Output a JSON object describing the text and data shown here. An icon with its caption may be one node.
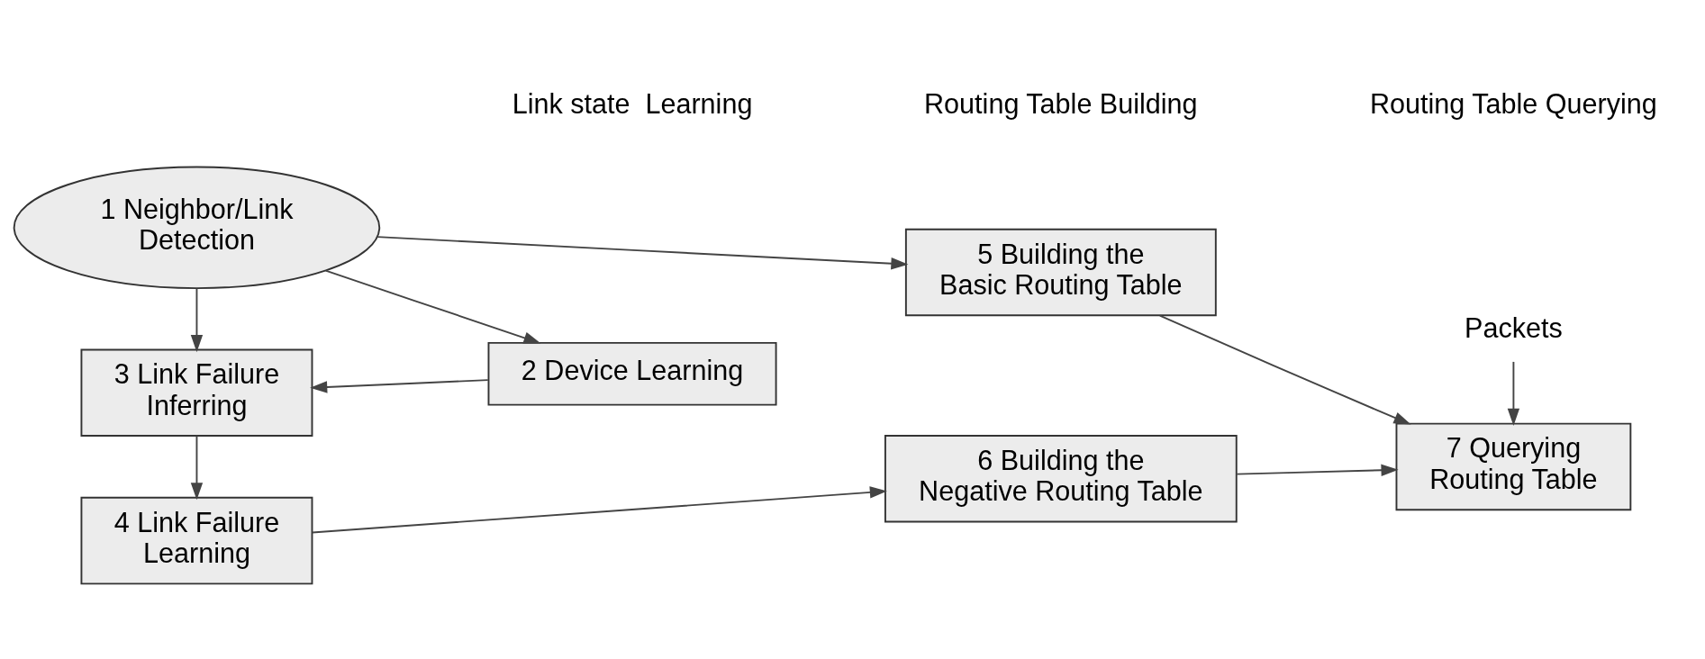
{
  "diagram": {
    "nodes": [
      {
        "text": [
          "1 Neighbor/Link Detection"
        ]
      },
      {
        "text": [
          "2 Device Learning"
        ]
      },
      {
        "text": [
          "3 Link Failure Inferring"
        ]
      },
      {
        "text": [
          "4 Link Failure Learning"
        ]
      },
      {
        "text": [
          "5 Building the Basic Routing Table"
        ]
      },
      {
        "text": [
          "6 Building the Negative Routing Table"
        ]
      },
      {
        "text": [
          "Packets"
        ]
      },
      {
        "text": [
          "7 Querying Routing Table"
        ]
      }
    ],
    "edges": [
      {
        "from": 0,
        "to": 1,
        "arrow": "to"
      },
      {
        "from": 0,
        "to": 4,
        "arrow": "to"
      },
      {
        "from": 0,
        "to": 2,
        "arrow": "to"
      },
      {
        "from": 1,
        "to": 2,
        "arrow": "to"
      },
      {
        "from": 2,
        "to": 3,
        "arrow": "to"
      },
      {
        "from": 3,
        "to": 5,
        "arrow": "to"
      },
      {
        "from": 4,
        "to": 7,
        "arrow": "to"
      },
      {
        "from": 5,
        "to": 7,
        "arrow": "to"
      },
      {
        "from": 6,
        "to": 7,
        "arrow": "to"
      }
    ],
    "labels": [
      "Link state  Learning",
      "Routing Table Building",
      "Routing Table Querying"
    ]
  }
}
